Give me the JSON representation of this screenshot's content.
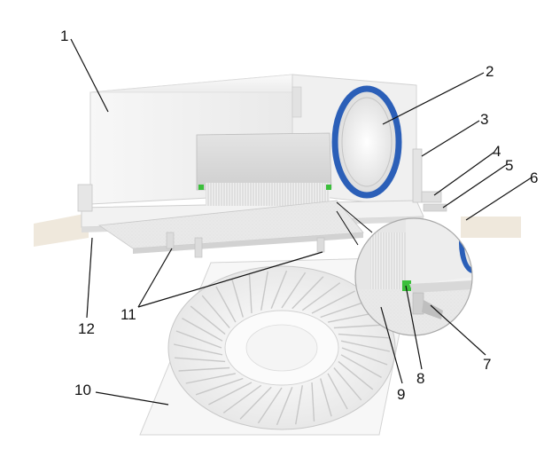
{
  "figure": {
    "callouts": [
      {
        "id": "c1",
        "label": "1"
      },
      {
        "id": "c2",
        "label": "2"
      },
      {
        "id": "c3",
        "label": "3"
      },
      {
        "id": "c4",
        "label": "4"
      },
      {
        "id": "c5",
        "label": "5"
      },
      {
        "id": "c6",
        "label": "6"
      },
      {
        "id": "c7",
        "label": "7"
      },
      {
        "id": "c8",
        "label": "8"
      },
      {
        "id": "c9",
        "label": "9"
      },
      {
        "id": "c10",
        "label": "10"
      },
      {
        "id": "c11",
        "label": "11"
      },
      {
        "id": "c12",
        "label": "12"
      }
    ],
    "colors": {
      "ceiling_panel": "#efe8dc",
      "box_body": "#f4f4f4",
      "duct_ring": "#2b5fb8",
      "seal_green": "#3bbf3b",
      "diffuser": "#f7f7f7",
      "leader_line": "#111111"
    }
  }
}
